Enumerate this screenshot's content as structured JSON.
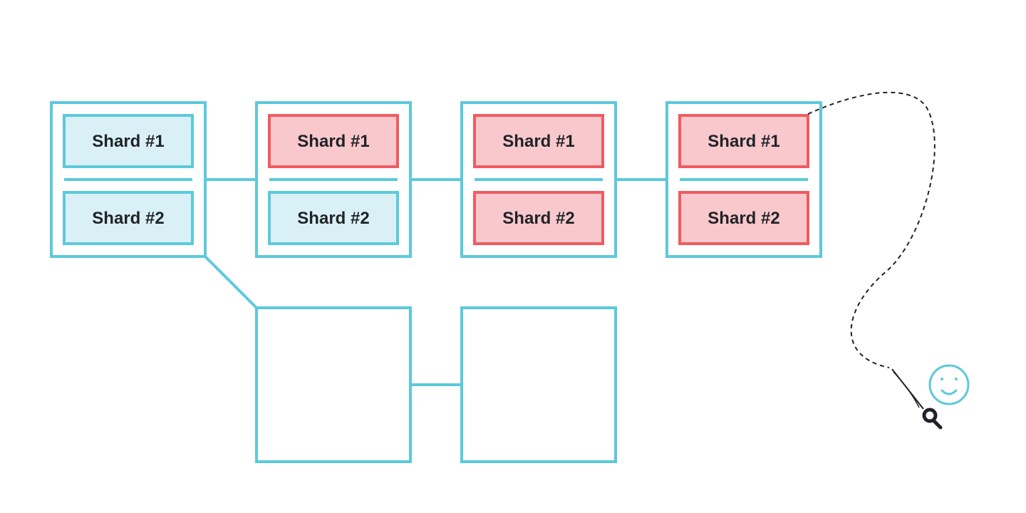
{
  "colors": {
    "node_border": "#5cc9dc",
    "healthy_fill": "#d9f1f6",
    "healthy_border": "#5cc9dc",
    "failed_fill": "#f9c8cc",
    "failed_border": "#ef5b60",
    "dashed_path": "#1f2328",
    "label_text": "#1f2328",
    "face": "#5cc9dc"
  },
  "nodes": [
    {
      "shards": [
        {
          "label": "Shard #1",
          "status": "healthy"
        },
        {
          "label": "Shard #2",
          "status": "healthy"
        }
      ]
    },
    {
      "shards": [
        {
          "label": "Shard #1",
          "status": "failed"
        },
        {
          "label": "Shard #2",
          "status": "healthy"
        }
      ]
    },
    {
      "shards": [
        {
          "label": "Shard #1",
          "status": "failed"
        },
        {
          "label": "Shard #2",
          "status": "failed"
        }
      ]
    },
    {
      "shards": [
        {
          "label": "Shard #1",
          "status": "failed"
        },
        {
          "label": "Shard #2",
          "status": "failed"
        }
      ]
    }
  ],
  "empty_nodes": [
    {
      "shards": []
    },
    {
      "shards": []
    }
  ],
  "icons": {
    "attacker": "smiley-face-icon",
    "hook": "fishing-hook-icon"
  }
}
